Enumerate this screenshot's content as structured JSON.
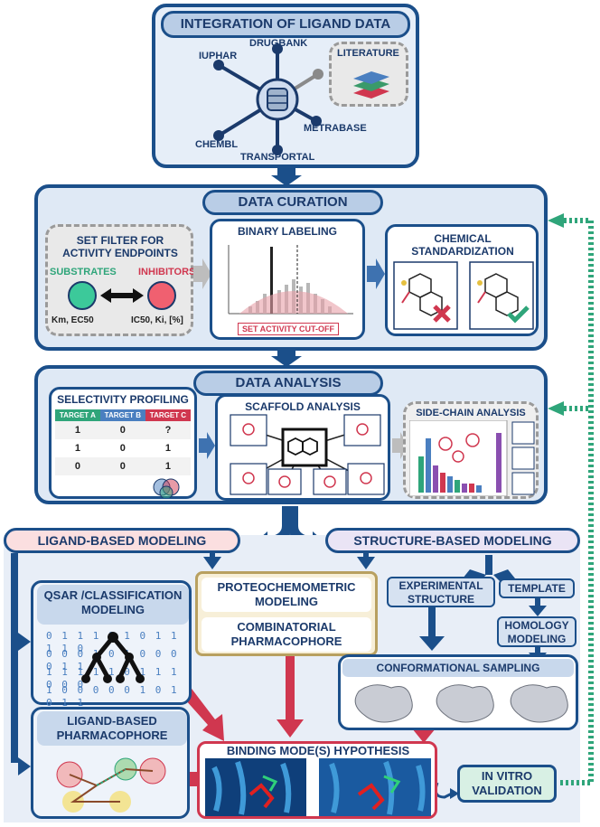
{
  "integration": {
    "title": "INTEGRATION OF LIGAND DATA",
    "sources": [
      "IUPHAR",
      "DRUGBANK",
      "CHEMBL",
      "TRANSPORTAL",
      "METRABASE"
    ],
    "literature": "LITERATURE"
  },
  "curation": {
    "title": "DATA CURATION",
    "filter": {
      "title": "SET FILTER FOR ACTIVITY ENDPOINTS",
      "substrates": "SUBSTRATES",
      "inhibitors": "INHIBITORS",
      "substrate_metrics": "Km, EC50",
      "inhibitor_metrics": "IC50, Ki, [%]"
    },
    "binary": {
      "title": "BINARY LABELING",
      "cutoff": "SET ACTIVITY CUT-OFF"
    },
    "standardization": {
      "title": "CHEMICAL STANDARDIZATION"
    }
  },
  "analysis": {
    "title": "DATA ANALYSIS",
    "selectivity": {
      "title": "SELECTIVITY PROFILING",
      "headers": [
        "TARGET A",
        "TARGET B",
        "TARGET C"
      ],
      "rows": [
        [
          "1",
          "0",
          "?"
        ],
        [
          "1",
          "0",
          "1"
        ],
        [
          "0",
          "0",
          "1"
        ]
      ]
    },
    "scaffold": {
      "title": "SCAFFOLD ANALYSIS"
    },
    "sidechain": {
      "title": "SIDE-CHAIN ANALYSIS"
    }
  },
  "modeling": {
    "ligand_based": "LIGAND-BASED MODELING",
    "structure_based": "STRUCTURE-BASED MODELING",
    "qsar": "QSAR /CLASSIFICATION MODELING",
    "binary_rows": [
      "0 1 1 1 1 1 0   1 1 1 1 0",
      "0 0 0 1 0 1 0   0 0 0 1 1",
      "1 1 1 1 1 0   1 1 1 0 0 0",
      "1 0 0 0 0 0 1   0 1 0 1 1"
    ],
    "pharmacophore": "LIGAND-BASED PHARMACOPHORE",
    "proteochemometric": "PROTEOCHEMOMETRIC MODELING",
    "combinatorial": "COMBINATORIAL PHARMACOPHORE",
    "experimental": "EXPERIMENTAL STRUCTURE",
    "template": "TEMPLATE",
    "homology": "HOMOLOGY MODELING",
    "conformational": "CONFORMATIONAL SAMPLING",
    "binding": "BINDING MODE(S) HYPOTHESIS",
    "validation": "IN VITRO VALIDATION"
  },
  "colors": {
    "navy": "#1b4f8a",
    "pink": "#d0374f",
    "green": "#3a9a6a",
    "teal": "#2fa57a",
    "red": "#d0374f"
  }
}
